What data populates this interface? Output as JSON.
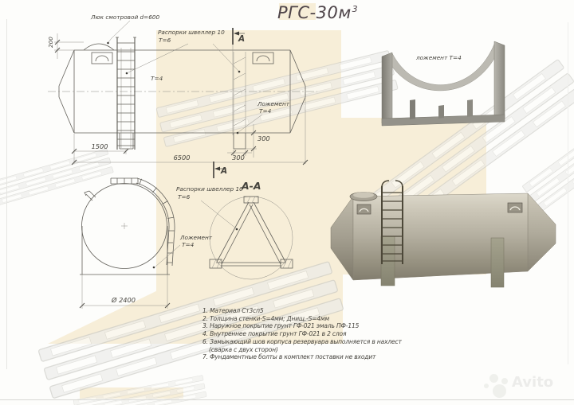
{
  "title": {
    "main": "РГС-30м",
    "sup": "3"
  },
  "side_view": {
    "hatch_label": "Люк смотровой d=600",
    "braces_label": "Распорки швеллер 10",
    "braces_thickness": "Т=6",
    "wall_thickness": "Т=4",
    "saddle_label": "Ложемент",
    "saddle_thickness": "Т=4",
    "section_letter": "А",
    "dims": {
      "hatch_height": "200",
      "ladder_offset": "1500",
      "length": "6500",
      "saddle_height": "300",
      "saddle_width": "300"
    }
  },
  "end_view": {
    "diameter": "Ø 2400",
    "saddle_label": "Ложемент",
    "saddle_thickness": "Т=4"
  },
  "section_view": {
    "title": "А-А",
    "section_letter": "А",
    "braces_label": "Распорки швеллер 10",
    "braces_thickness": "Т=6"
  },
  "saddle_render": {
    "label": "ложемент Т=4"
  },
  "notes": [
    "1.  Материал Ст3сп5",
    "2.  Толщина стенки-S=4мм; Днищ.-S=4мм",
    "3.  Наружное покрытие грунт ГФ-021 эмаль ПФ-115",
    "4.  Внутреннее покрытие грунт ГФ-021 в 2 слоя",
    "6.  Замыкающий шов корпуса резервуара выполняется в нахлест",
    "(сварка с двух сторон)",
    "7.  Фундаментные болты в комплект поставки не входит"
  ],
  "watermark": {
    "brand": "Avito"
  },
  "colors": {
    "cream": "#f7eed8",
    "line": "#63615b",
    "text": "#45433d",
    "title": "#4e4449",
    "tank_light": "#dcd8ca",
    "tank_dark": "#827d6e"
  }
}
